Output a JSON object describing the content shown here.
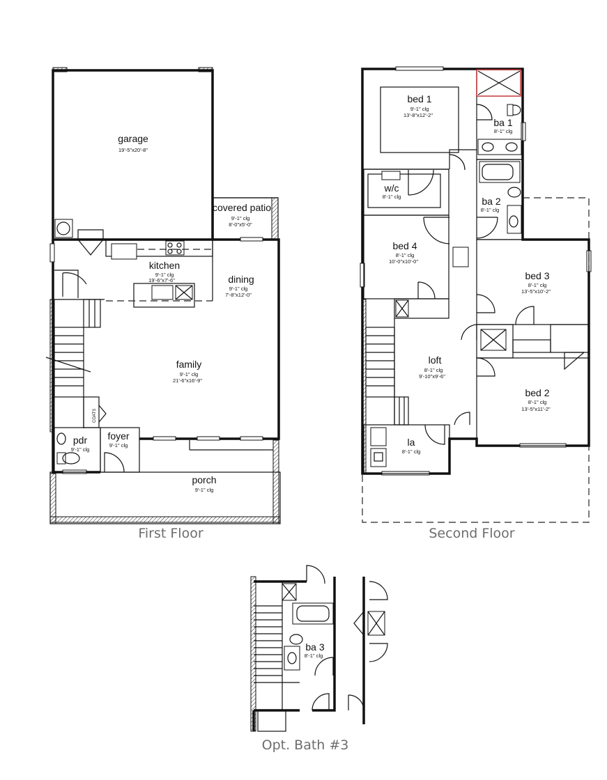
{
  "first_floor": {
    "caption": "First Floor",
    "rooms": {
      "garage": {
        "name": "garage",
        "sub": "19'-5\"x20'-8\""
      },
      "covered_patio": {
        "name": "covered patio",
        "sub1": "9'-1\" clg",
        "sub2": "8'-0\"x5'-0\""
      },
      "kitchen": {
        "name": "kitchen",
        "sub1": "9'-1\" clg",
        "sub2": "19'-6\"x7'-6\""
      },
      "dining": {
        "name": "dining",
        "sub1": "9'-1\" clg",
        "sub2": "7'-8\"x12'-0\""
      },
      "family": {
        "name": "family",
        "sub1": "9'-1\" clg",
        "sub2": "21'-6\"x16'-9\""
      },
      "pdr": {
        "name": "pdr",
        "sub1": "9'-1\" clg"
      },
      "foyer": {
        "name": "foyer",
        "sub1": "9'-1\" clg"
      },
      "porch": {
        "name": "porch",
        "sub1": "9'-1\" clg"
      }
    },
    "coats_label": "COATS"
  },
  "second_floor": {
    "caption": "Second Floor",
    "rooms": {
      "bed1": {
        "name": "bed 1",
        "sub1": "9'-1\" clg",
        "sub2": "13'-8\"x12'-2\""
      },
      "ba1": {
        "name": "ba 1",
        "sub1": "8'-1\" clg"
      },
      "wic": {
        "name": "w/c",
        "sub1": "8'-1\" clg"
      },
      "ba2": {
        "name": "ba 2",
        "sub1": "8'-1\" clg"
      },
      "bed4": {
        "name": "bed 4",
        "sub1": "8'-1\" clg",
        "sub2": "10'-0\"x10'-0\""
      },
      "bed3": {
        "name": "bed 3",
        "sub1": "8'-1\" clg",
        "sub2": "13'-5\"x10'-2\""
      },
      "loft": {
        "name": "loft",
        "sub1": "8'-1\" clg",
        "sub2": "9'-10\"x9'-6\""
      },
      "bed2": {
        "name": "bed 2",
        "sub1": "8'-1\" clg",
        "sub2": "13'-5\"x11'-2\""
      },
      "la": {
        "name": "la",
        "sub1": "8'-1\" clg"
      }
    }
  },
  "option": {
    "caption": "Opt. Bath #3",
    "rooms": {
      "ba3": {
        "name": "ba 3",
        "sub1": "8'-1\" clg"
      }
    }
  }
}
